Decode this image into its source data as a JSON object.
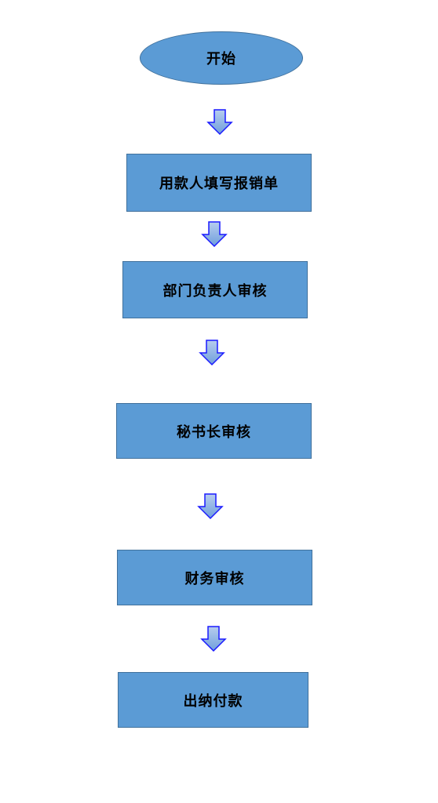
{
  "flowchart": {
    "steps": [
      {
        "id": "start",
        "shape": "ellipse",
        "label": "开始"
      },
      {
        "id": "step1",
        "shape": "rect",
        "label": "用款人填写报销单"
      },
      {
        "id": "step2",
        "shape": "rect",
        "label": "部门负责人审核"
      },
      {
        "id": "step3",
        "shape": "rect",
        "label": "秘书长审核"
      },
      {
        "id": "step4",
        "shape": "rect",
        "label": "财务审核"
      },
      {
        "id": "step5",
        "shape": "rect",
        "label": "出纳付款"
      }
    ]
  },
  "colors": {
    "node_fill": "#5b9bd5",
    "node_border": "#41719c",
    "arrow_fill_top": "#b7cdee",
    "arrow_fill_bottom": "#6f9fdc",
    "arrow_border": "#1a1aff"
  }
}
